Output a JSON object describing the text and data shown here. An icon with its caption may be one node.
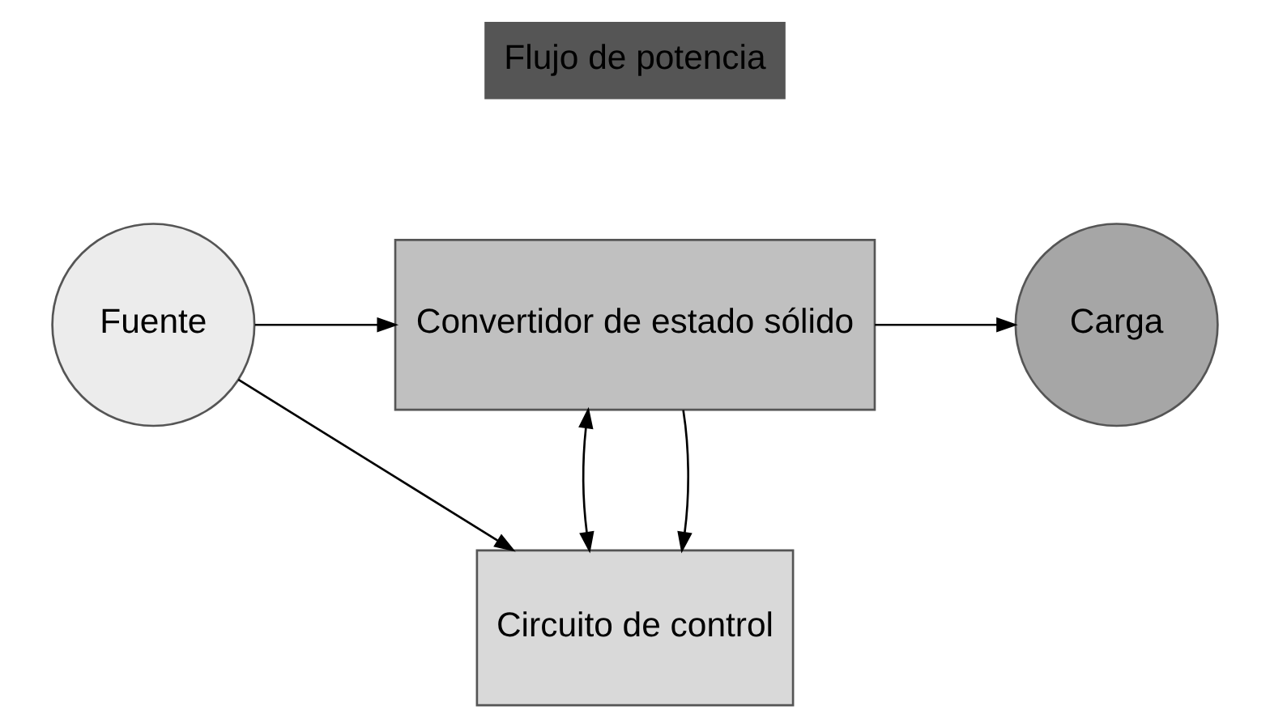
{
  "diagram": {
    "nodes": [
      {
        "text": [
          "Fuente"
        ]
      },
      {
        "text": [
          "Convertidor de estado sólido"
        ]
      },
      {
        "text": [
          "Carga"
        ]
      },
      {
        "text": [
          "Circuito de control"
        ]
      }
    ],
    "edges": [
      {
        "from": 0,
        "to": 1,
        "arrow": "to"
      },
      {
        "from": 0,
        "to": 3,
        "arrow": "to"
      },
      {
        "from": 1,
        "to": 3,
        "arrow": "both"
      },
      {
        "from": 1,
        "to": 2,
        "arrow": "to"
      },
      {
        "from": 1,
        "to": 3,
        "arrow": "to"
      }
    ],
    "labels": [
      "Flujo de potencia"
    ]
  }
}
